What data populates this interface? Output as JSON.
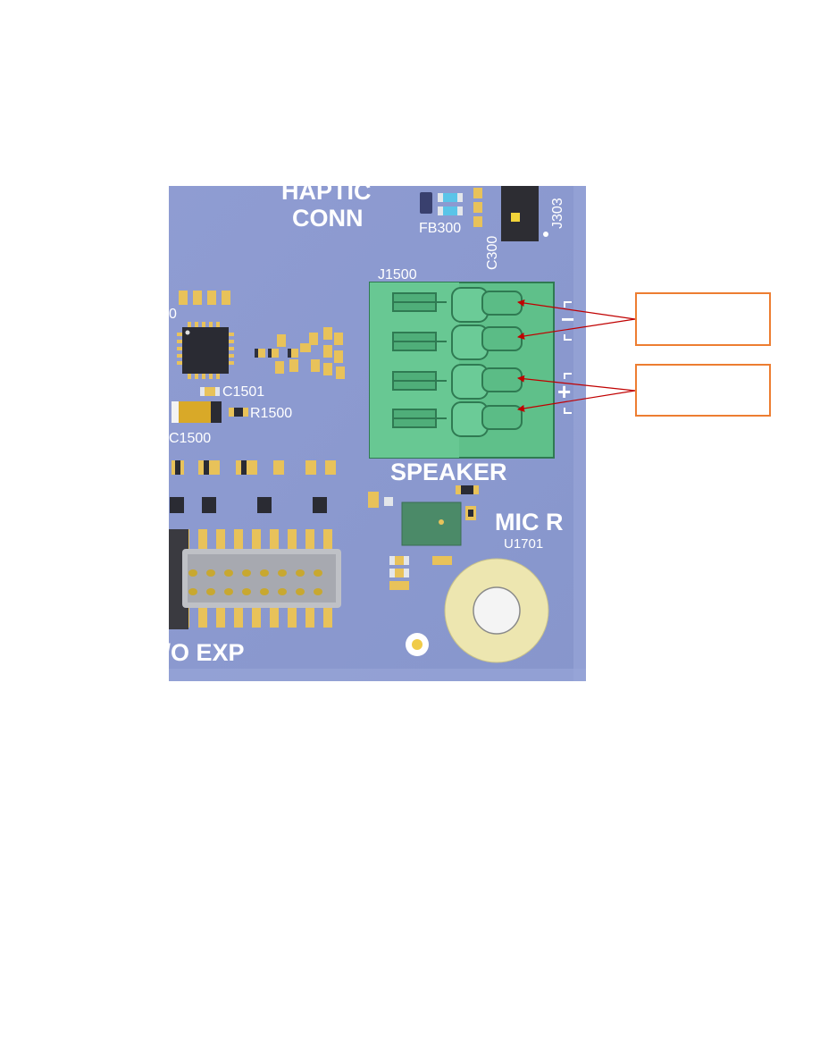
{
  "board": {
    "labels": {
      "haptic_line1": "HAPTIC",
      "haptic_line2": "CONN",
      "fb300": "FB300",
      "c300": "C300",
      "j303": "J303",
      "j1500": "J1500",
      "c1501": "C1501",
      "r1500": "R1500",
      "c1500": "C1500",
      "speaker": "SPEAKER",
      "mic_r": "MIC R",
      "u1701": "U1701",
      "io_exp": "I/O EXP",
      "minus": "−",
      "plus": "+"
    },
    "colors": {
      "pcb": "#8c9ad0",
      "terminal_green": "#5fc08a",
      "terminal_dark": "#2f7a52",
      "pad_gold": "#e8c25a",
      "mount_ring": "#ede6b0",
      "arrow_red": "#c00000",
      "callout_border": "#ed7d31"
    }
  }
}
